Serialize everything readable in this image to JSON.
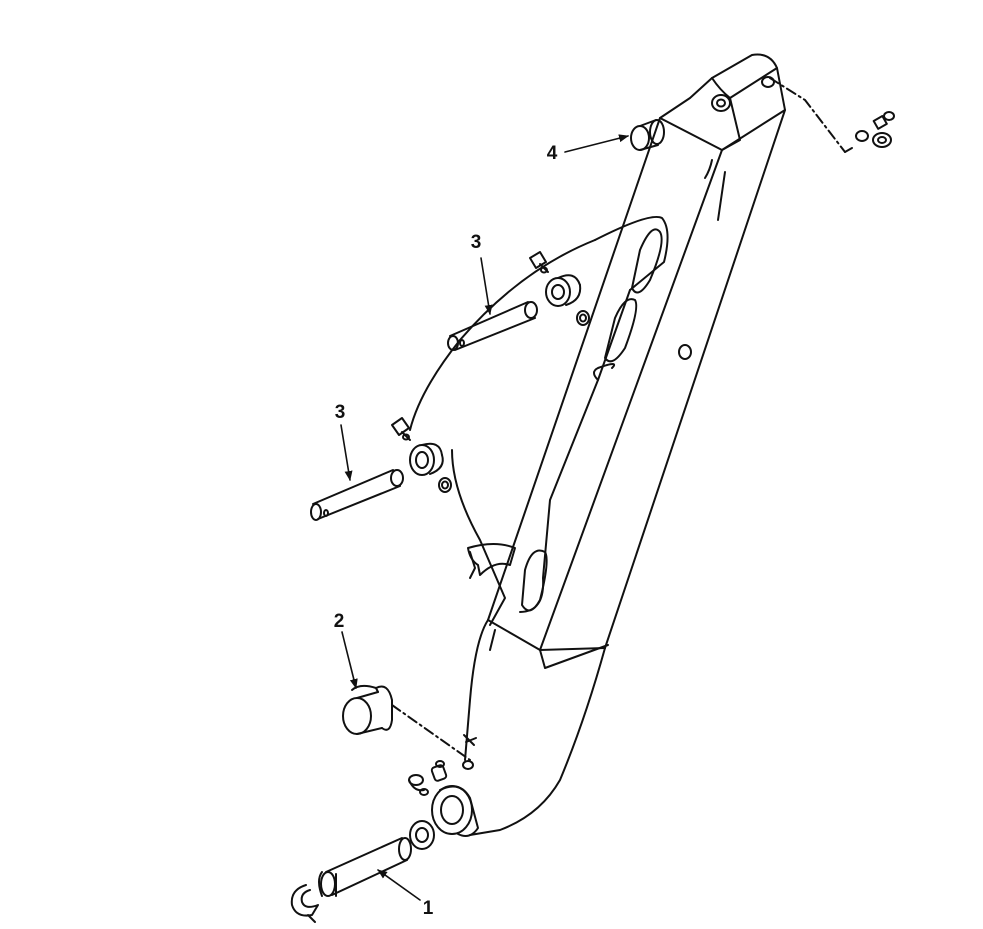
{
  "diagram": {
    "callouts": [
      {
        "id": "callout-1",
        "label": "1"
      },
      {
        "id": "callout-2",
        "label": "2"
      },
      {
        "id": "callout-3a",
        "label": "3"
      },
      {
        "id": "callout-3b",
        "label": "3"
      },
      {
        "id": "callout-4",
        "label": "4"
      }
    ],
    "colors": {
      "line": "#111111",
      "background": "#ffffff"
    }
  }
}
